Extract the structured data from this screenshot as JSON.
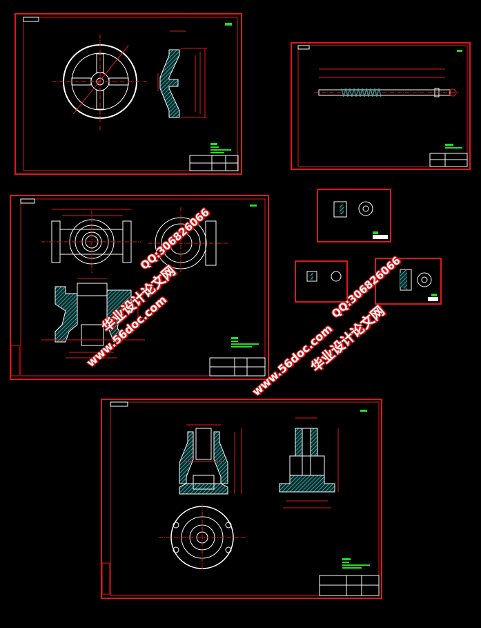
{
  "colors": {
    "background": "#000000",
    "frame": "#e01818",
    "geometry": "#ffffff",
    "hatch": "#40c8c8",
    "notes": "#20e020",
    "centerline": "#e01818"
  },
  "sheets": [
    {
      "name": "handwheel-sheet"
    },
    {
      "name": "shaft-sheet"
    },
    {
      "name": "valve-body-sheet"
    },
    {
      "name": "small-part-sheet-1"
    },
    {
      "name": "small-part-sheet-2"
    },
    {
      "name": "small-part-sheet-3"
    },
    {
      "name": "bonnet-sheet"
    }
  ],
  "watermarks": {
    "site_cn": "华业设计论文网",
    "url": "www.56doc.com",
    "qq": "QQ:306826066"
  }
}
